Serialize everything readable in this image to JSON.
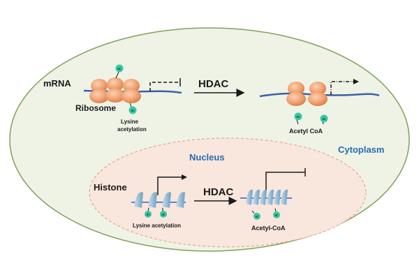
{
  "labels": {
    "mrna": "mRNA",
    "ribosome": "Ribosome",
    "lysine_acetylation_top_1": "Lysine",
    "lysine_acetylation_top_2": "acetylation",
    "hdac_top": "HDAC",
    "acetyl_coa_top": "Acetyl CoA",
    "cytoplasm": "Cytoplasm",
    "nucleus": "Nucleus",
    "histone": "Histone",
    "hdac_bottom": "HDAC",
    "lysine_acetylation_bottom": "Lysine acetylation",
    "acetyl_coa_bottom": "Acetyl-CoA",
    "ac_badge": "ac"
  },
  "colors": {
    "cell_fill": "#eef3e6",
    "cell_stroke": "#7fa15c",
    "nucleus_fill": "#f9e6dd",
    "nucleus_stroke": "#e2aa90",
    "ribosome": "#f0a070",
    "ribosome_dark": "#d77a45",
    "mrna_line": "#3d5fa8",
    "histone": "#9cc3dc",
    "histone_dark": "#6e9fc0",
    "ac_badge": "#35c9a2",
    "blue_label": "#2a6bb0",
    "text": "#1a1a1a"
  }
}
